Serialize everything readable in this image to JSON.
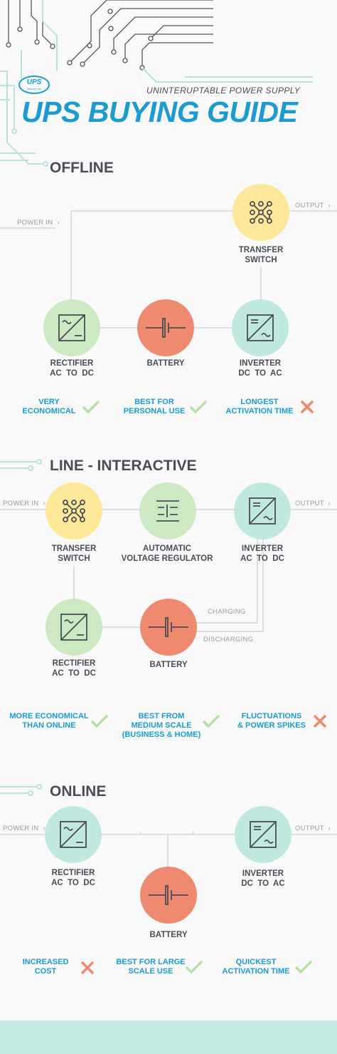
{
  "header": {
    "logo": "UPS",
    "logo_sub": "pictures ltd.",
    "subtitle": "UNINTERUPTABLE POWER SUPPLY",
    "title": "UPS BUYING GUIDE"
  },
  "offline": {
    "title": "OFFLINE",
    "power_in": "POWER IN",
    "output": "OUTPUT",
    "transfer_switch": "TRANSFER\nSWITCH",
    "rectifier": "RECTIFIER\nAC  TO  DC",
    "battery": "BATTERY",
    "inverter": "INVERTER\nDC  TO  AC",
    "features": [
      {
        "text": "VERY\nECONOMICAL",
        "mark": "check"
      },
      {
        "text": "BEST FOR\nPERSONAL USE",
        "mark": "check"
      },
      {
        "text": "LONGEST\nACTIVATION TIME",
        "mark": "cross"
      }
    ]
  },
  "line_interactive": {
    "title": "LINE - INTERACTIVE",
    "power_in": "POWER IN",
    "output": "OUTPUT",
    "transfer_switch": "TRANSFER\nSWITCH",
    "avr": "AUTOMATIC\nVOLTAGE REGULATOR",
    "inverter": "INVERTER\nAC  TO  DC",
    "rectifier": "RECTIFIER\nAC  TO  DC",
    "battery": "BATTERY",
    "charging": "CHARGING",
    "discharging": "DISCHARGING",
    "features": [
      {
        "text": "MORE ECONOMICAL\nTHAN ONLINE",
        "mark": "check"
      },
      {
        "text": "BEST FROM\nMEDIUM SCALE\n(BUSINESS & HOME)",
        "mark": "check"
      },
      {
        "text": "FLUCTUATIONS\n& POWER SPIKES",
        "mark": "cross"
      }
    ]
  },
  "online": {
    "title": "ONLINE",
    "power_in": "POWER IN",
    "output": "OUTPUT",
    "rectifier": "RECTIFIER\nAC  TO  DC",
    "inverter": "INVERTER\nDC  TO  AC",
    "battery": "BATTERY",
    "features": [
      {
        "text": "INCREASED\nCOST",
        "mark": "cross"
      },
      {
        "text": "BEST FOR LARGE\nSCALE USE",
        "mark": "check"
      },
      {
        "text": "QUICKEST\nACTIVATION TIME",
        "mark": "check"
      }
    ]
  },
  "colors": {
    "teal": "#bfe8df",
    "green": "#cde9c4",
    "yellow": "#fde89a",
    "orange": "#ee8a6f",
    "feature_blue": "#1b9bd0",
    "check": "#b7e0a6",
    "cross": "#ee8a6f"
  }
}
